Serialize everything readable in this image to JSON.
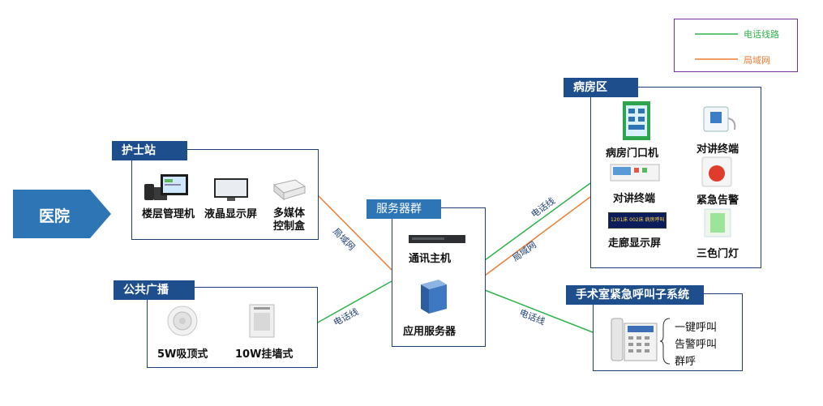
{
  "legend": {
    "phone_line": "电话线路",
    "lan": "局域网"
  },
  "colors": {
    "phone_line": "#2fb24c",
    "lan": "#ed7d31",
    "navy": "#1f4e8c",
    "legend_border": "#7030a0"
  },
  "hospital": {
    "label": "医院"
  },
  "nurse_station": {
    "title": "护士站",
    "items": [
      "楼层管理机",
      "液晶显示屏",
      "多媒体",
      "控制盒"
    ]
  },
  "public_broadcast": {
    "title": "公共广播",
    "items": [
      "5W吸顶式",
      "10W挂墙式"
    ]
  },
  "server_group": {
    "title": "服务器群",
    "items": [
      "通讯主机",
      "应用服务器"
    ]
  },
  "ward": {
    "title": "病房区",
    "items": [
      "病房门口机",
      "对讲终端",
      "对讲终端",
      "紧急告警",
      "走廊显示屏",
      "三色门灯"
    ]
  },
  "surgery": {
    "title": "手术室紧急呼叫子系统",
    "features": [
      "一键呼叫",
      "告警呼叫",
      "群呼"
    ]
  },
  "line_labels": {
    "lan1": "局域网",
    "phone1": "电话线",
    "phone2": "电话线",
    "lan2": "局域网",
    "phone3": "电话线"
  },
  "screens": {
    "corridor_text": "1201床 002床 病房呼叫"
  }
}
